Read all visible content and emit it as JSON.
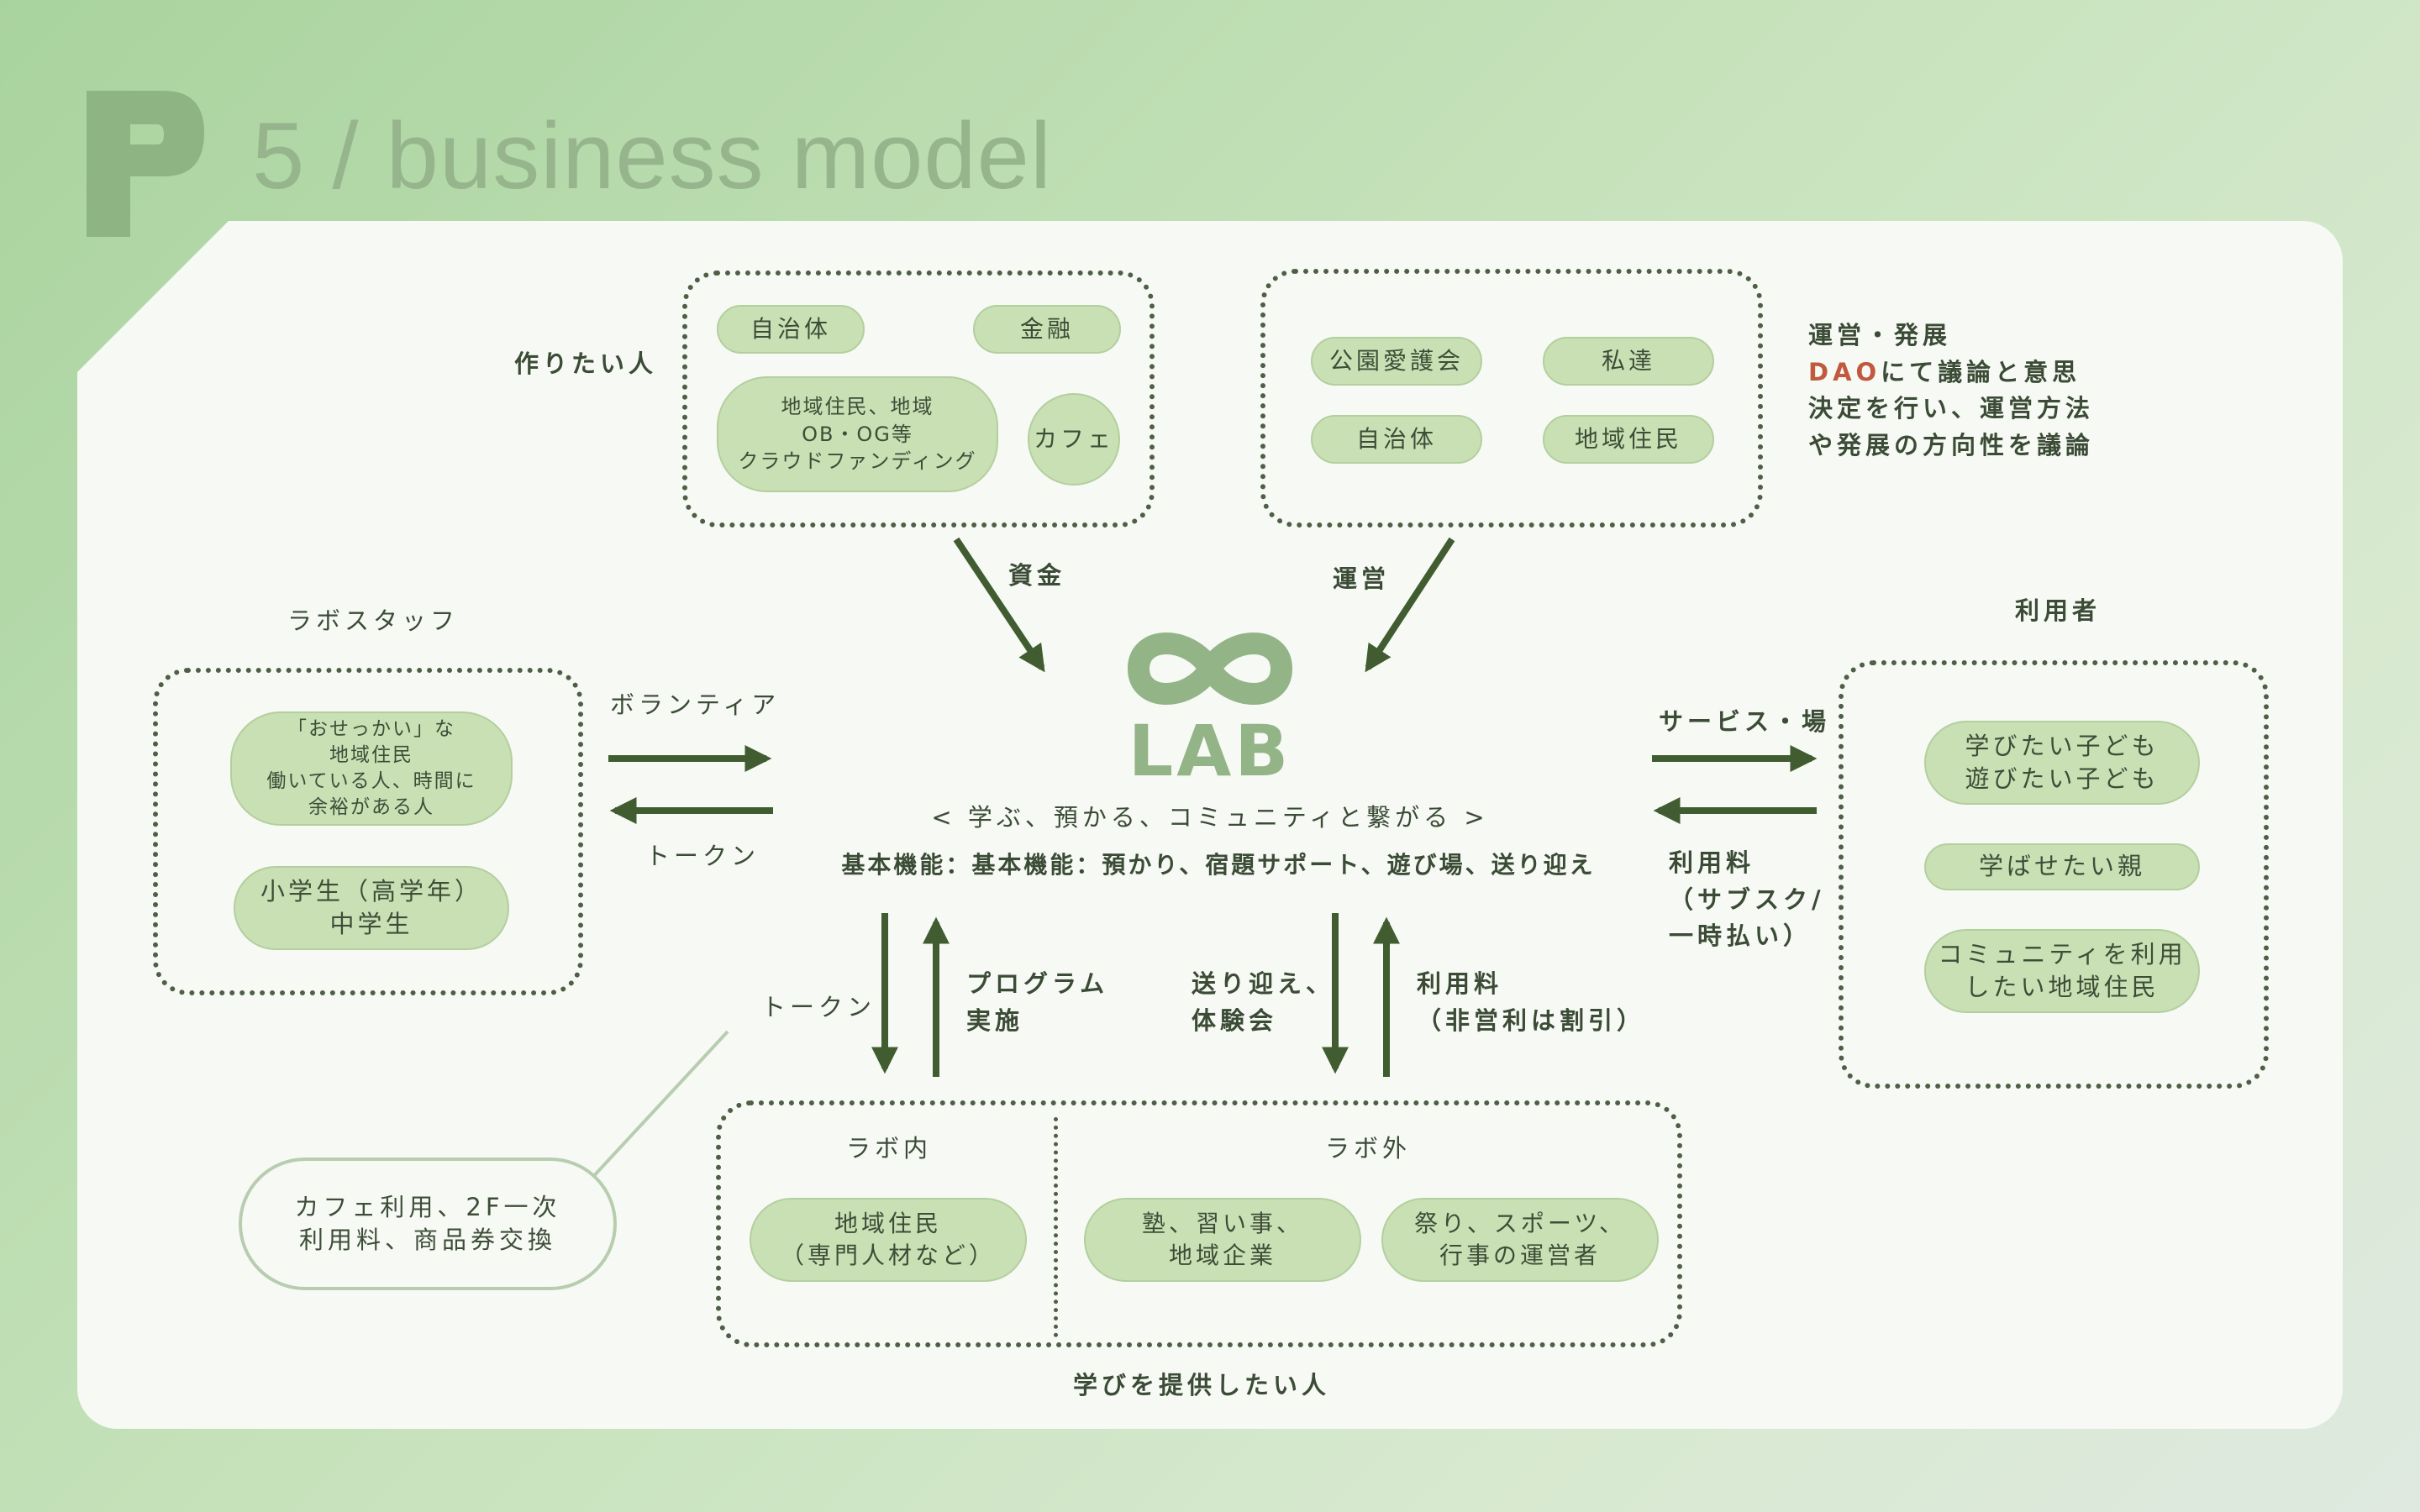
{
  "header": {
    "logo_letter": "P",
    "title": "5 / business model"
  },
  "center": {
    "lab_text": "LAB",
    "tagline": "< 学ぶ、預かる、コミュニティと繋がる >",
    "functions": "基本機能：基本機能：預かり、宿題サポート、遊び場、送り迎え"
  },
  "funders": {
    "label": "作りたい人",
    "items": [
      "自治体",
      "金融",
      "地域住民、地域\nOB・OG等\nクラウドファンディング",
      "カフェ"
    ]
  },
  "operators": {
    "items": [
      "公園愛護会",
      "私達",
      "自治体",
      "地域住民"
    ],
    "note_line1": "運営・発展",
    "note_dao": "DAO",
    "note_line2_rest": "にて議論と意思",
    "note_line3": "決定を行い、運営方法",
    "note_line4": "や発展の方向性を議論"
  },
  "staff": {
    "label": "ラボスタッフ",
    "items": [
      "「おせっかい」な\n地域住民\n働いている人、時間に\n余裕がある人",
      "小学生（高学年）\n中学生"
    ]
  },
  "users": {
    "label": "利用者",
    "items": [
      "学びたい子ども\n遊びたい子ども",
      "学ばせたい親",
      "コミュニティを利用\nしたい地域住民"
    ]
  },
  "providers": {
    "label": "学びを提供したい人",
    "inside_label": "ラボ内",
    "outside_label": "ラボ外",
    "inside_items": [
      "地域住民\n（専門人材など）"
    ],
    "outside_items": [
      "塾、習い事、\n地域企業",
      "祭り、スポーツ、\n行事の運営者"
    ]
  },
  "token_use": "カフェ利用、2F一次\n利用料、商品券交換",
  "flows": {
    "funding": "資金",
    "operation": "運営",
    "volunteer": "ボランティア",
    "token_left": "トークン",
    "service": "サービス・場",
    "fee_user": "利用料\n（サブスク/\n一時払い）",
    "token_bottom": "トークン",
    "program": "プログラム\n実施",
    "pickup": "送り迎え、\n体験会",
    "fee_nonprofit": "利用料\n（非営利は割引）"
  },
  "colors": {
    "arrow": "#405c30",
    "pill_fill": "#c9e0b5",
    "dotted_border": "#4e5f45",
    "dao_accent": "#c0593e",
    "lab_logo": "#93b487",
    "title": "#96b58d"
  }
}
